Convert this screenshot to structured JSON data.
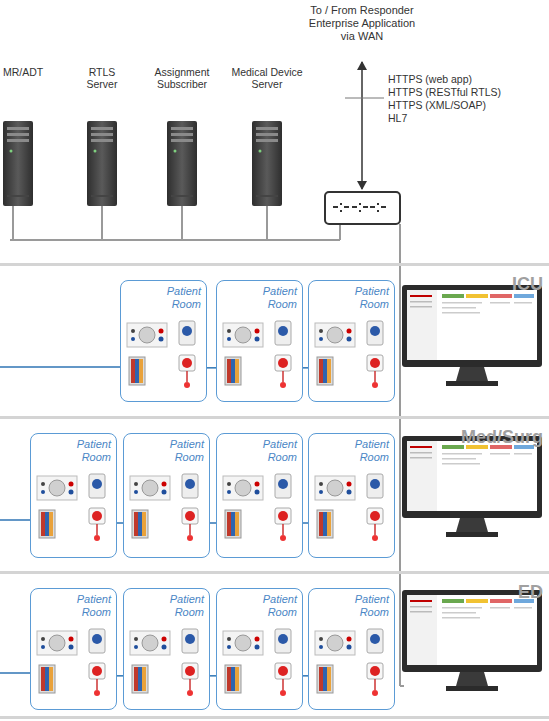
{
  "diagram": {
    "nodes": [
      {
        "text": [
          "MR/ADT"
        ]
      },
      {
        "text": [
          "RTLS Server"
        ]
      },
      {
        "text": [
          "Assignment Subscriber"
        ]
      },
      {
        "text": [
          "Medical Device Server"
        ]
      },
      {
        "text": [
          "ICU"
        ]
      },
      {
        "text": [
          "Patient Room"
        ],
        "in": 4
      },
      {
        "text": [
          "Patient Room"
        ],
        "in": 4
      },
      {
        "text": [
          "Patient Room"
        ],
        "in": 4
      },
      {
        "text": [
          "Med/Surg"
        ]
      },
      {
        "text": [
          "Patient Room"
        ],
        "in": 8
      },
      {
        "text": [
          "Patient Room"
        ],
        "in": 8
      },
      {
        "text": [
          "Patient Room"
        ],
        "in": 8
      },
      {
        "text": [
          "Patient Room"
        ],
        "in": 8
      },
      {
        "text": [
          "ED"
        ]
      },
      {
        "text": [
          "Patient Room"
        ],
        "in": 13
      },
      {
        "text": [
          "Patient Room"
        ],
        "in": 13
      },
      {
        "text": [
          "Patient Room"
        ],
        "in": 13
      },
      {
        "text": [
          "Patient Room"
        ],
        "in": 13
      }
    ],
    "edges": [
      {
        "from": 5,
        "to": 6,
        "arrow": "none"
      },
      {
        "from": 6,
        "to": 7,
        "arrow": "none"
      },
      {
        "from": 9,
        "to": 10,
        "arrow": "none"
      },
      {
        "from": 10,
        "to": 11,
        "arrow": "none"
      },
      {
        "from": 11,
        "to": 12,
        "arrow": "none"
      },
      {
        "from": 14,
        "to": 15,
        "arrow": "none"
      },
      {
        "from": 15,
        "to": 16,
        "arrow": "none"
      },
      {
        "from": 16,
        "to": 17,
        "arrow": "none"
      }
    ],
    "labels": [
      "To / From Responder Enterprise Application via WAN",
      "HTTPS (web app)",
      "HTTPS (RESTful RTLS)",
      "HTTPS (XML/SOAP)",
      "HL7"
    ]
  }
}
